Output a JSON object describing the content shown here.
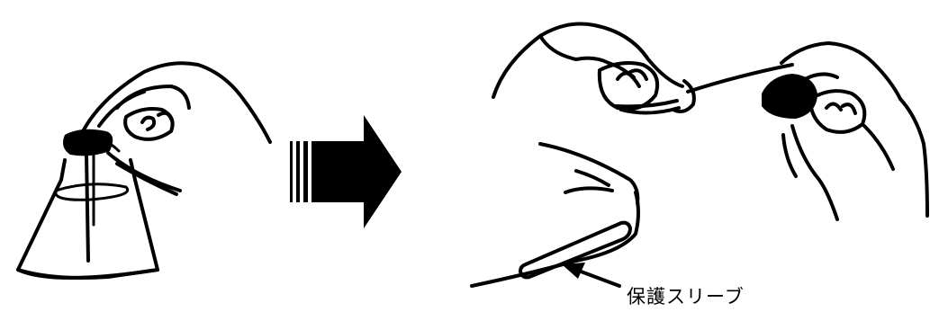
{
  "labels": {
    "sleeve_label": "保護スリーブ"
  },
  "colors": {
    "ink": "#000000",
    "background": "#ffffff"
  },
  "figures": {
    "left": "hand-holding-flask-with-rubber-stopper",
    "middle": "arrow-right",
    "right": "two-hands-pulling-stopper-and-tube"
  }
}
